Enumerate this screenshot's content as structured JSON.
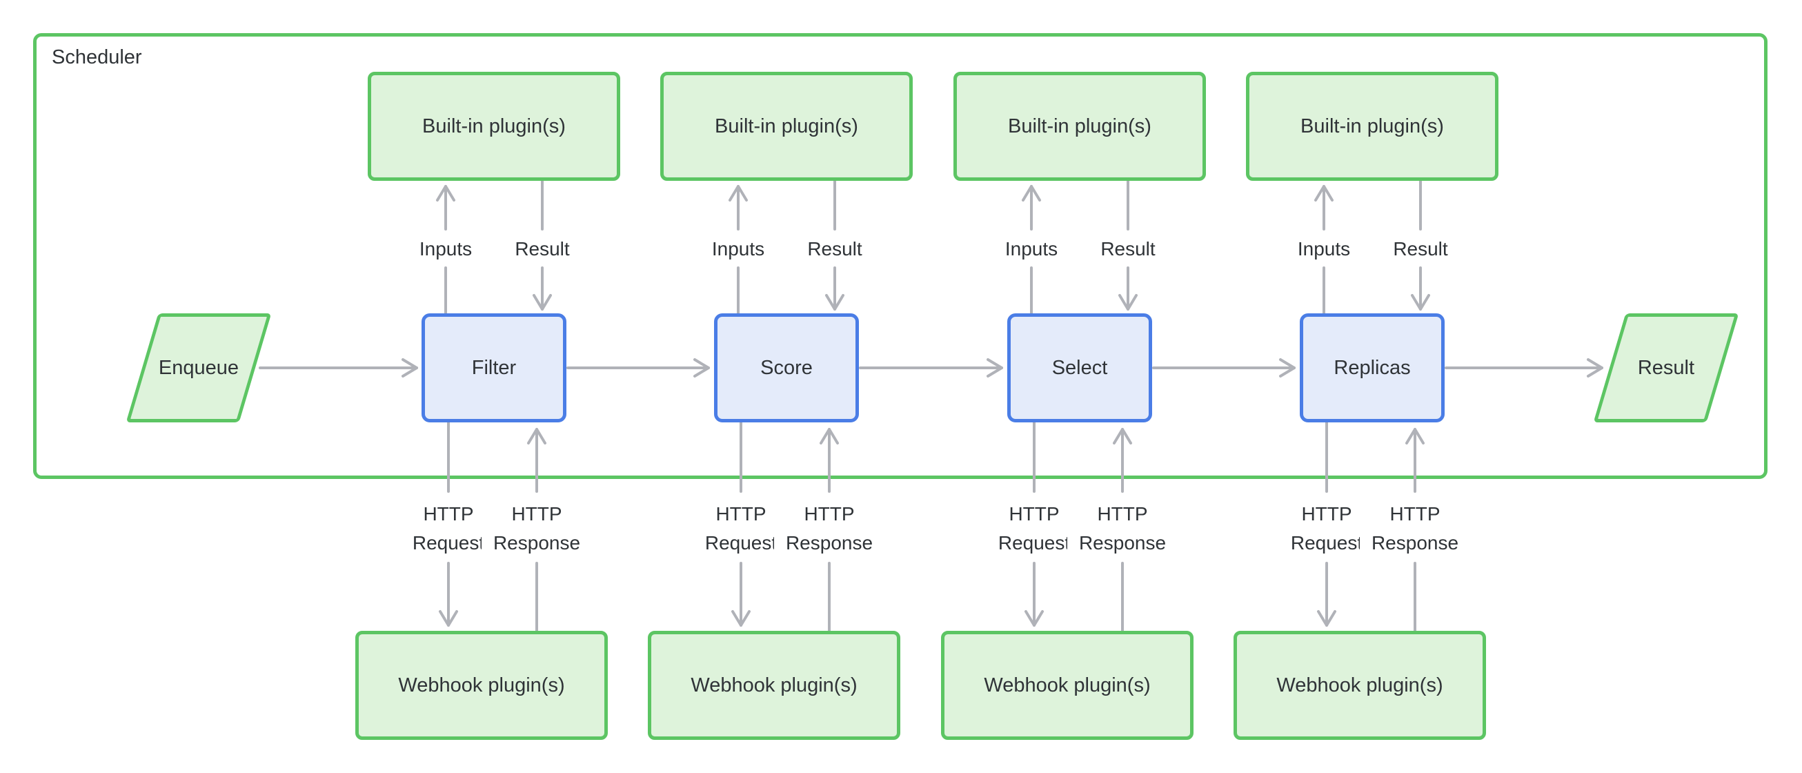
{
  "container_label": "Scheduler",
  "start_node": "Enqueue",
  "end_node": "Result",
  "columns": [
    {
      "builtin": "Built-in plugin(s)",
      "stage": "Filter",
      "webhook": "Webhook plugin(s)",
      "inputs": "Inputs",
      "result": "Result",
      "request": [
        "HTTP",
        "Request"
      ],
      "response": [
        "HTTP",
        "Response"
      ]
    },
    {
      "builtin": "Built-in plugin(s)",
      "stage": "Score",
      "webhook": "Webhook plugin(s)",
      "inputs": "Inputs",
      "result": "Result",
      "request": [
        "HTTP",
        "Request"
      ],
      "response": [
        "HTTP",
        "Response"
      ]
    },
    {
      "builtin": "Built-in plugin(s)",
      "stage": "Select",
      "webhook": "Webhook plugin(s)",
      "inputs": "Inputs",
      "result": "Result",
      "request": [
        "HTTP",
        "Request"
      ],
      "response": [
        "HTTP",
        "Response"
      ]
    },
    {
      "builtin": "Built-in plugin(s)",
      "stage": "Replicas",
      "webhook": "Webhook plugin(s)",
      "inputs": "Inputs",
      "result": "Result",
      "request": [
        "HTTP",
        "Request"
      ],
      "response": [
        "HTTP",
        "Response"
      ]
    }
  ],
  "colors": {
    "green_border": "#5cc563",
    "green_fill": "#def3db",
    "blue_border": "#4a7de6",
    "blue_fill": "#e4ebfa",
    "arrow_gray": "#b0b2b8",
    "text": "#2f3337",
    "background": "#ffffff"
  }
}
